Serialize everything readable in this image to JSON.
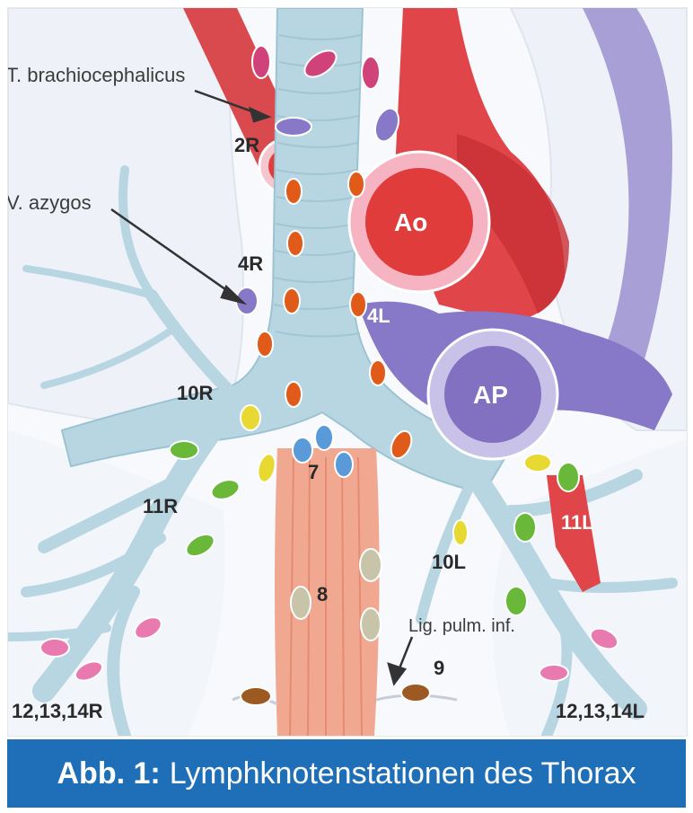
{
  "figure": {
    "caption_prefix": "Abb. 1:",
    "caption_text": "Lymphknotenstationen des Thorax",
    "colors": {
      "trachea": "#b8d6e2",
      "aorta": "#e03c3c",
      "pulmonary_artery": "#8878c8",
      "esophagus": "#f0a890",
      "caption_bar": "#1f6fb8"
    },
    "labels": {
      "brachiocephalicus": "T. brachiocephalicus",
      "azygos": "V. azygos",
      "lig_pulm": "Lig. pulm. inf.",
      "ao": "Ao",
      "ap": "AP",
      "station_2r": "2R",
      "station_4r": "4R",
      "station_4l": "4L",
      "station_10r": "10R",
      "station_11r": "11R",
      "station_7": "7",
      "station_8": "8",
      "station_10l": "10L",
      "station_11l": "11L",
      "station_9": "9",
      "station_12_14r": "12,13,14R",
      "station_12_14l": "12,13,14L"
    }
  }
}
